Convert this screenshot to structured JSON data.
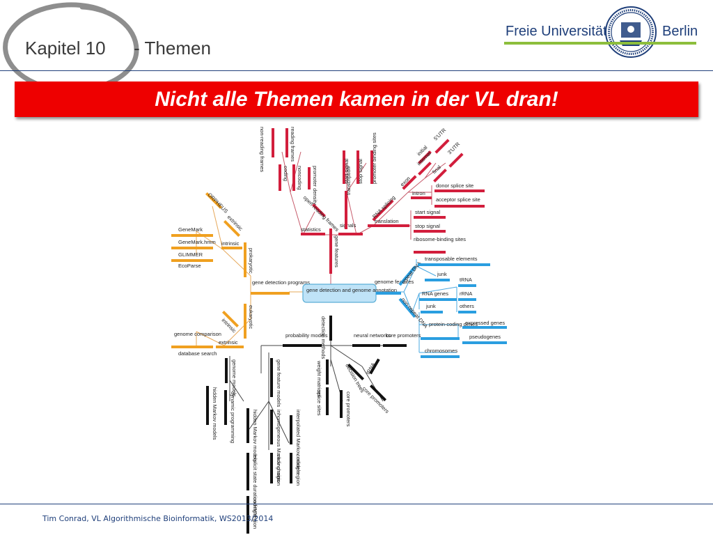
{
  "header": {
    "chapter": "Kapitel 10",
    "topic": "- Themen",
    "logo_left": "Freie Universität",
    "logo_right": "Berlin",
    "colors": {
      "brand_blue": "#1f3f7a",
      "brand_green": "#8dbe3c",
      "banner_red": "#ee0000"
    }
  },
  "banner": {
    "text": "Nicht alle Themen kamen in der VL dran!"
  },
  "footer": {
    "text": "Tim Conrad, VL Algorithmische Bioinformatik, WS2013/2014"
  },
  "diagram": {
    "center": "gene detection and genome annotation",
    "colors": {
      "red": "#d21e3c",
      "orange": "#f0a020",
      "blue": "#2a9ee0",
      "black": "#111111"
    },
    "labels": {
      "gene_features": "gene features",
      "signals": "signals",
      "statistics": "statistics",
      "transcription": "transcription",
      "translation": "translation",
      "rna_splicing": "RNA splicing",
      "start_signal": "start signal",
      "stop_signal": "stop signal",
      "promoter_binding_sites": "promoter binding sites",
      "exon": "exon",
      "intron": "intron",
      "initial": "initial",
      "internal": "internal",
      "final": "final",
      "utr5": "5'UTR",
      "utr3": "3'UTR",
      "donor_splice_site": "donor splice site",
      "acceptor_splice_site": "acceptor splice site",
      "tr_start_signal": "start signal",
      "tr_stop_signal": "stop signal",
      "ribosome_binding_sites": "ribosome-binding sites",
      "reading_frames": "reading frames",
      "non_reading_frames": "non-reading frames",
      "coding": "coding",
      "noncoding": "noncoding",
      "promoter_density": "promoter density",
      "open_reading_frames": "open reading frames",
      "gene_detection_programs": "gene detection programs",
      "prokaryotic": "prokaryotic",
      "eukaryotic": "eukaryotic",
      "extrinsic_top": "extrinsic",
      "intrinsic_top": "intrinsic",
      "orpheus": "ORPHEUS",
      "genemark": "GeneMark",
      "genemark_hmm": "GeneMark.hmm",
      "glimmer": "GLIMMER",
      "ecoparse": "EcoParse",
      "intrinsic_bottom": "intrinsic",
      "extrinsic_bottom": "extrinsic",
      "genome_comparison": "genome comparison",
      "database_search": "database search",
      "genome_features": "genome features",
      "repeat_dna": "repeat DNA",
      "non_repeat_dna": "non-repeat DNA",
      "transposable_elements": "transposable elements",
      "junk1": "junk",
      "rna_genes": "RNA genes",
      "trna": "tRNA",
      "rrna": "rRNA",
      "others": "others",
      "junk2": "junk",
      "protein_coding_genes": "protein-coding genes",
      "expressed_genes": "expressed genes",
      "pseudogenes": "pseudogenes",
      "chromosomes": "chromosomes",
      "detection_methods": "detection methods",
      "probability_models": "probability models",
      "neural_networks": "neural networks",
      "core_promoters_top": "core promoters",
      "genome_models": "genome models",
      "gene_feature_models": "gene feature models",
      "weight_matrices": "weight matrices",
      "decision_trees": "decision trees",
      "trna_bottom": "tRNA",
      "core_promoters_diag": "core promoters",
      "hidden_markov_models_1": "hidden Markov models",
      "dynamic_programming": "dynamic programming",
      "hidden_markov_models_2": "hidden Markov models",
      "inhomogeneous_markov_chains": "inhomogeneous Markov chains",
      "interpolated_markov_models": "interpolated Markov models",
      "explicit_state_duration_hmm": "explicit state duration HMM",
      "coding_region_1": "coding region",
      "coding_region_2": "coding region",
      "coding_region_3": "coding region",
      "splice_sites": "splice sites",
      "core_promoters_bottom": "core promoters"
    }
  }
}
